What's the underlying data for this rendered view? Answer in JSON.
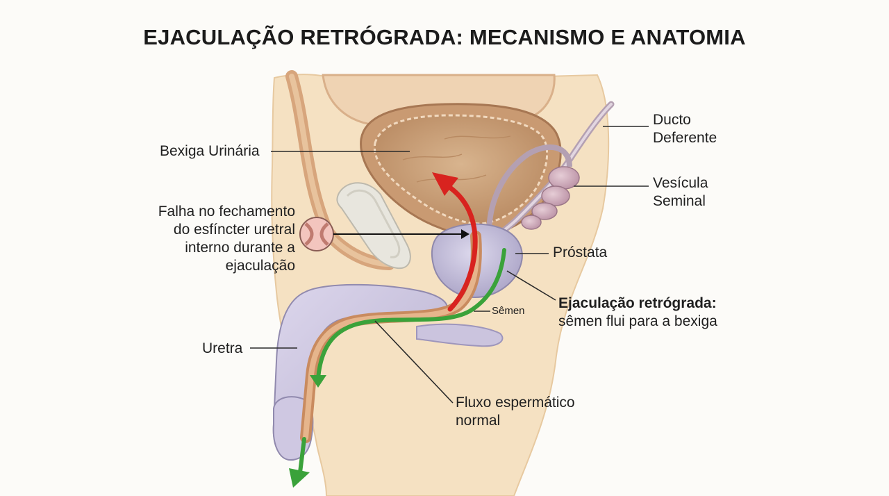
{
  "title": "EJACULAÇÃO RETRÓGRADA: MECANISMO E ANATOMIA",
  "labels": {
    "bladder": "Bexiga Urinária",
    "sphincter": [
      "Falha no fechamento",
      "do esfíncter uretral",
      "interno durante a",
      "ejaculação"
    ],
    "urethra": "Uretra",
    "vas_deferens": [
      "Ducto",
      "Deferente"
    ],
    "seminal_vesicle": [
      "Vesícula",
      "Seminal"
    ],
    "prostate": "Próstata",
    "semen": "Sêmen",
    "retrograde": {
      "heading": "Ejaculação retrógrada:",
      "text": "sêmen flui para a bexiga"
    },
    "normal_flow": [
      "Fluxo espermático",
      "normal"
    ]
  },
  "colors": {
    "retrograde_arrow": "#d8231f",
    "normal_flow_arrow": "#3aa23a",
    "bladder": "#d9b48f",
    "prostate": "#c9c4dc",
    "skin": "#f4dfbf"
  }
}
